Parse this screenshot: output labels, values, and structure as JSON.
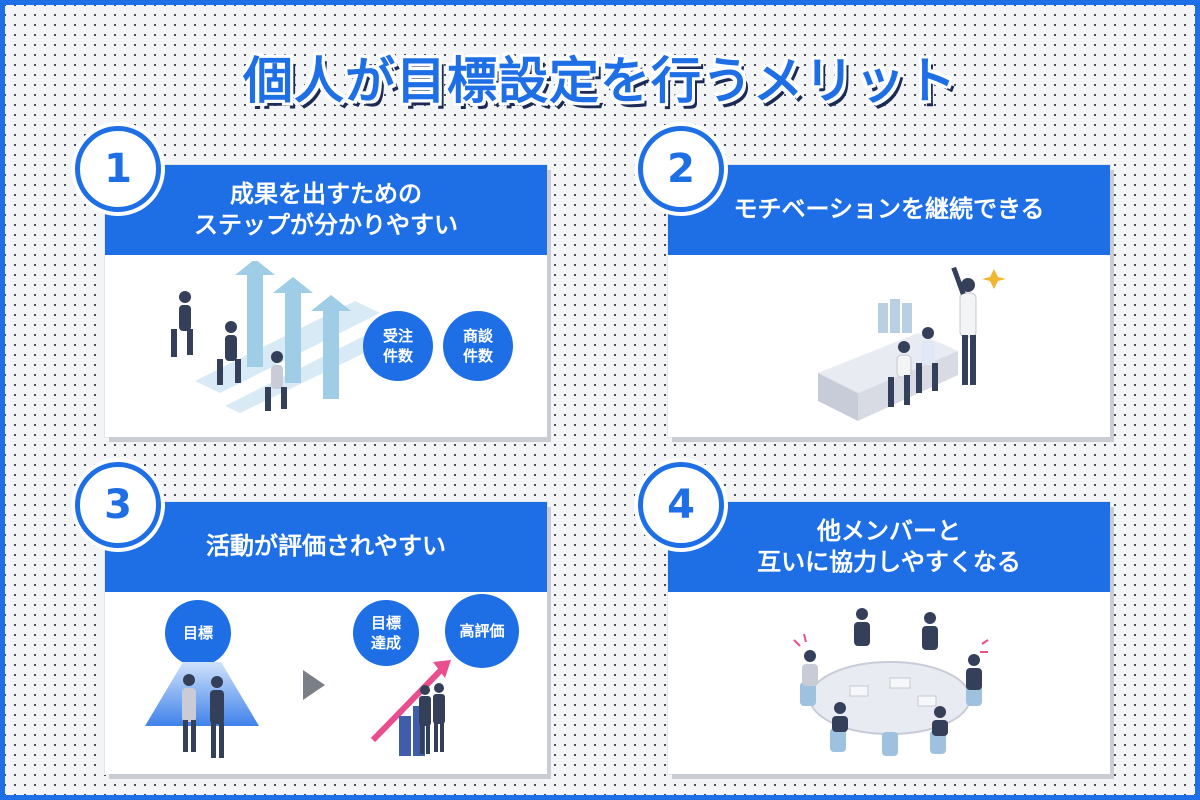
{
  "title": "個人が目標設定を行うメリット",
  "cards": [
    {
      "number": "1",
      "heading": "成果を出すための\nステップが分かりやすい",
      "bubbles": [
        "受注\n件数",
        "商談\n件数"
      ]
    },
    {
      "number": "2",
      "heading": "モチベーションを継続できる"
    },
    {
      "number": "3",
      "heading": "活動が評価されやすい",
      "bubbles": [
        "目標",
        "目標\n達成",
        "高評価"
      ]
    },
    {
      "number": "4",
      "heading": "他メンバーと\n互いに協力しやすくなる"
    }
  ],
  "colors": {
    "accent": "#1e6fe6",
    "title_shadow": "#1a2b55",
    "arrow": "#e84f8c"
  }
}
